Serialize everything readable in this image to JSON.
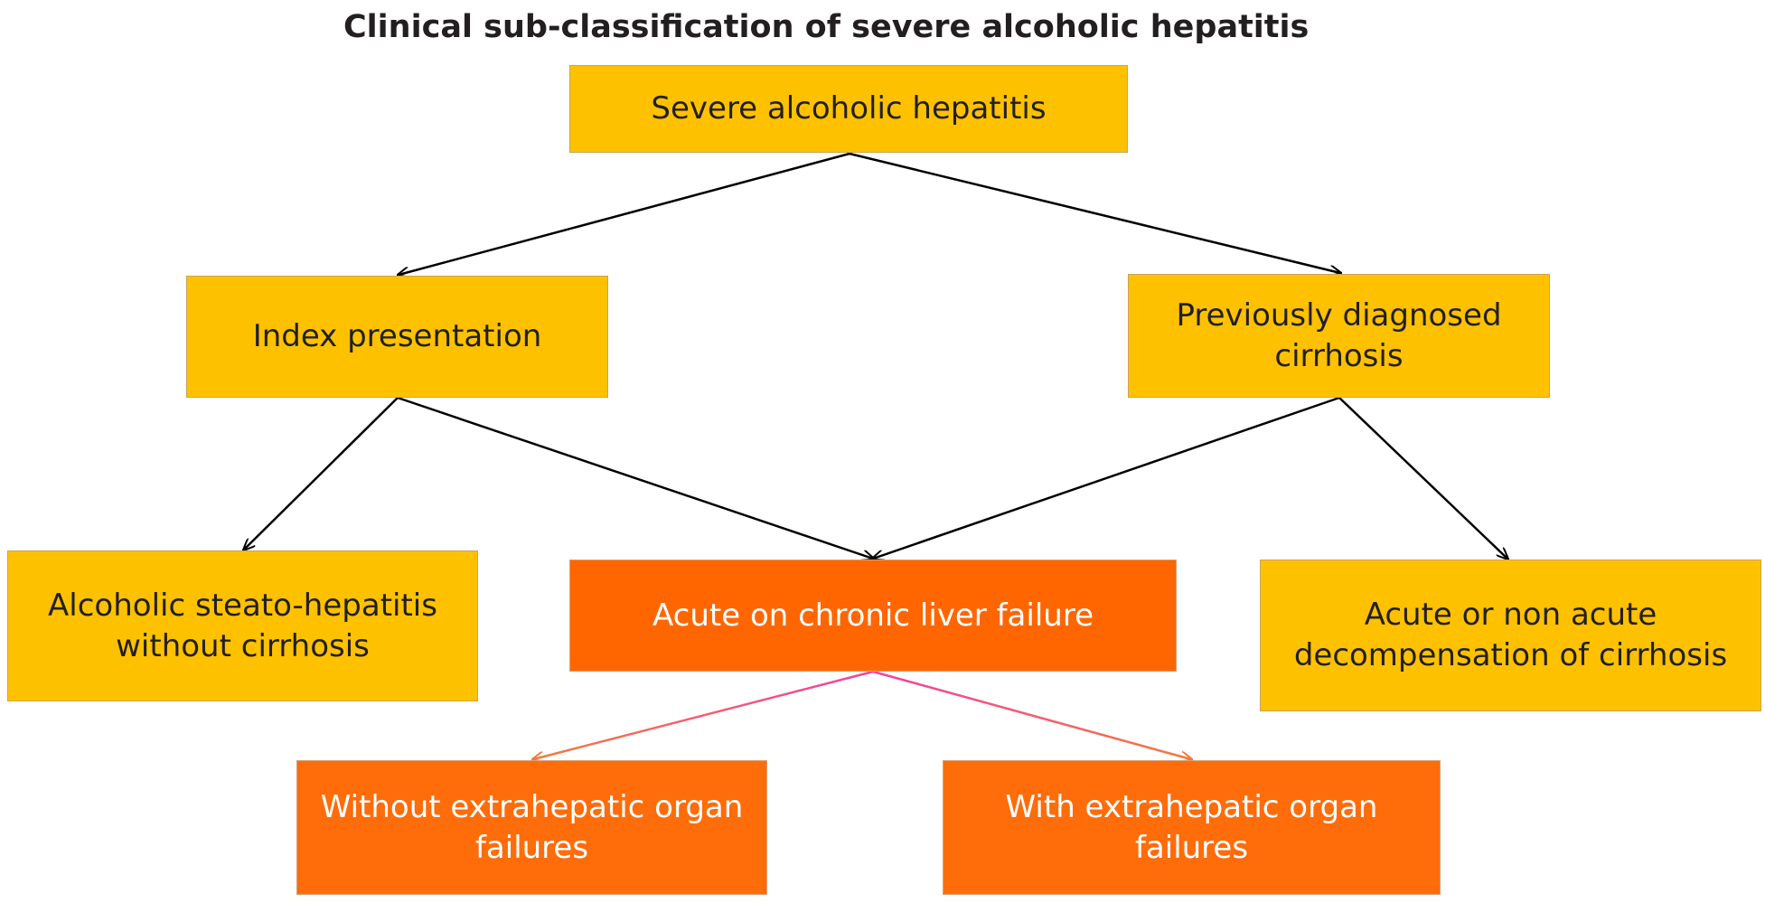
{
  "title": "Clinical sub-classification of severe alcoholic hepatitis",
  "nodes": {
    "severe_ah": {
      "line1": "Severe alcoholic hepatitis"
    },
    "index_presentation": {
      "line1": "Index presentation"
    },
    "previous_cirrhosis": {
      "line1": "Previously diagnosed",
      "line2": "cirrhosis"
    },
    "ash_without_cirrhosis": {
      "line1": "Alcoholic steato-hepatitis",
      "line2": "without cirrhosis"
    },
    "aclf": {
      "line1": "Acute on chronic liver failure"
    },
    "decompensation": {
      "line1": "Acute or non acute",
      "line2": "decompensation of cirrhosis"
    },
    "without_eof": {
      "line1": "Without extrahepatic organ",
      "line2": "failures"
    },
    "with_eof": {
      "line1": "With extrahepatic organ",
      "line2": "failures"
    }
  },
  "colors": {
    "yellow_box": "#fdc100",
    "orange_box": "#ff6600",
    "black_arrow": "#000000",
    "pink_arrow": "#f43fa6",
    "orange_arrow": "#f47a3a"
  }
}
